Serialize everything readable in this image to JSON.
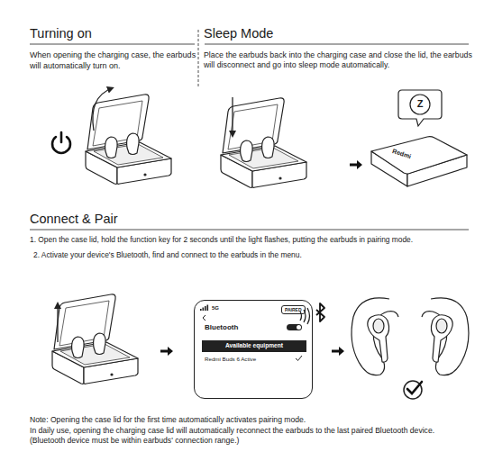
{
  "diagram": {
    "nodes": [
      {
        "text": [
          "Z"
        ]
      },
      {
        "text": [
          "5G",
          "PAIRED",
          "Bluetooth",
          "Redmi Buds 6 Active"
        ]
      },
      {
        "text": [
          "Available equipment"
        ],
        "in": 1
      }
    ],
    "labels": [
      "Turning on",
      "When opening the charging case, the earbuds will automatically turn on.",
      "Sleep Mode",
      "Place the earbuds back into the charging case and close the lid, the earbuds will disconnect and go into sleep mode automatically.",
      "Redmi",
      "Connect & Pair",
      "1. Open the case lid, hold the function key for 2 seconds until the light flashes, putting the earbuds in pairing mode.",
      "2. Activate your device's Bluetooth, find and connect to the earbuds in the menu.",
      "Note: Opening the case lid for the first time automatically activates pairing mode.",
      "In daily use, opening the charging case lid will automatically reconnect the earbuds to the last paired Bluetooth device. (Bluetooth device must be within earbuds' connection range.)"
    ]
  }
}
